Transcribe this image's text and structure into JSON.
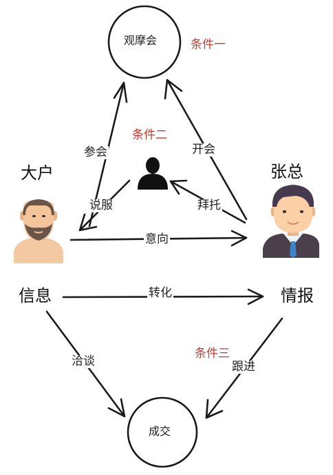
{
  "nodes": {
    "visit": "观摩会",
    "deal": "成交",
    "big_client": "大户",
    "boss": "张总",
    "info": "信息",
    "intel": "情报"
  },
  "conditions": {
    "one": "条件一",
    "two": "条件二",
    "three": "条件三"
  },
  "edges": {
    "attend": "参会",
    "host": "开会",
    "persuade": "说服",
    "entrust": "拜托",
    "intent": "意向",
    "transform": "转化",
    "negotiate": "洽谈",
    "follow_up": "跟进"
  },
  "colors": {
    "condition": "#c8372f",
    "stroke": "#1a1a1a"
  },
  "icons": [
    "bearded-man-icon",
    "businessman-icon",
    "person-icon"
  ]
}
